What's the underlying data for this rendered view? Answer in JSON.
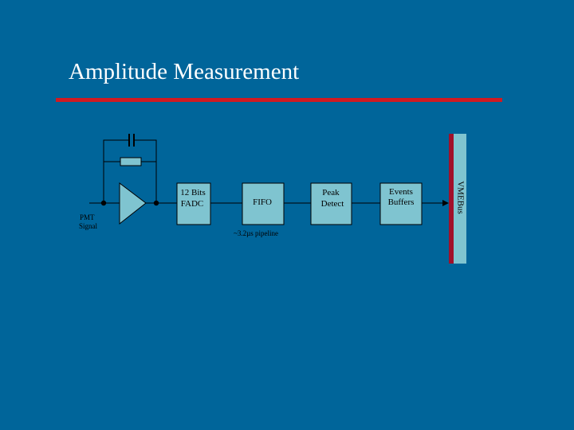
{
  "slide": {
    "title": "Amplitude Measurement"
  },
  "colors": {
    "background": "#00659a",
    "title_rule": "#d01a22",
    "block_fill": "#7fc4d0",
    "bus": "#a1102a"
  },
  "diagram": {
    "input_label_1": "PMT",
    "input_label_2": "Signal",
    "fadc_label_1": "12 Bits",
    "fadc_label_2": "FADC",
    "fifo_label": "FIFO",
    "pipeline_label": "~3.2µs pipeline",
    "peak_label_1": "Peak",
    "peak_label_2": "Detect",
    "events_label_1": "Events",
    "events_label_2": "Buffers",
    "bus_label": "VMEBus"
  }
}
